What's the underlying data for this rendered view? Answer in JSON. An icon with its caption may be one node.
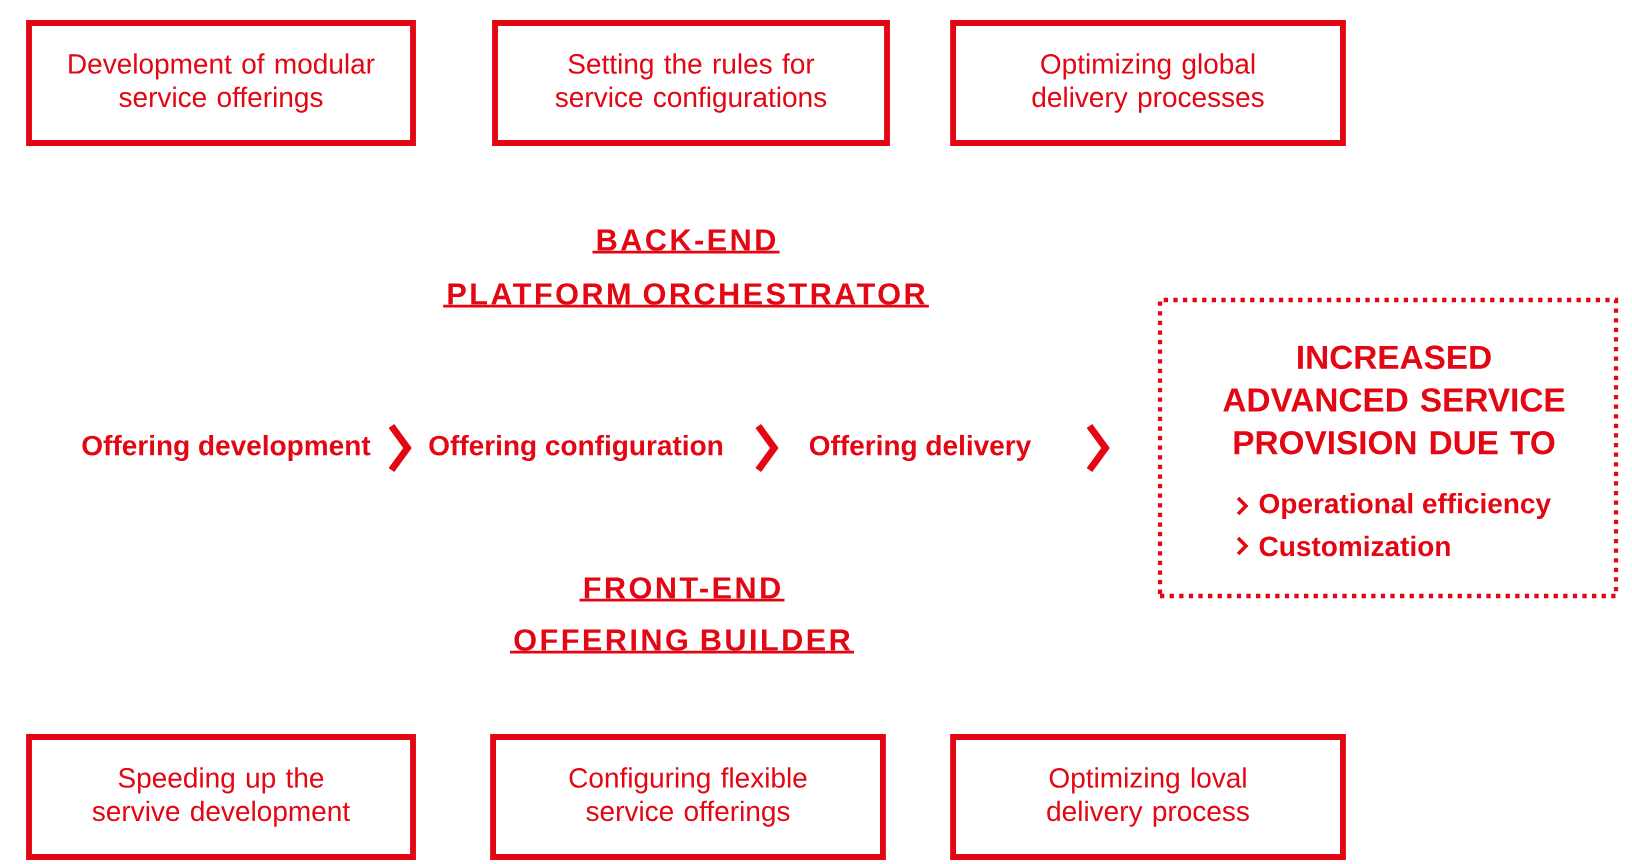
{
  "diagram": {
    "nodes": [
      {
        "text": [
          "Development of modular service offerings"
        ]
      },
      {
        "text": [
          "Setting the rules for service configurations"
        ]
      },
      {
        "text": [
          "Optimizing global delivery processes"
        ]
      },
      {
        "text": [
          "Offering development"
        ]
      },
      {
        "text": [
          "Offering configuration"
        ]
      },
      {
        "text": [
          "Offering delivery"
        ]
      },
      {
        "text": [
          "INCREASED ADVANCED SERVICE PROVISION DUE TO",
          "Operational efficiency",
          "Customization"
        ]
      },
      {
        "text": [
          "Speeding up the servive development"
        ]
      },
      {
        "text": [
          "Configuring flexible service offerings"
        ]
      },
      {
        "text": [
          "Optimizing loval delivery process"
        ]
      }
    ],
    "edges": [
      {
        "from": 3,
        "to": 4,
        "arrow": "to"
      },
      {
        "from": 4,
        "to": 5,
        "arrow": "to"
      },
      {
        "from": 5,
        "to": 6,
        "arrow": "to"
      }
    ],
    "labels": [
      "BACK-END",
      "PLATFORM ORCHESTRATOR",
      "FRONT-END",
      "OFFERING BUILDER"
    ]
  }
}
